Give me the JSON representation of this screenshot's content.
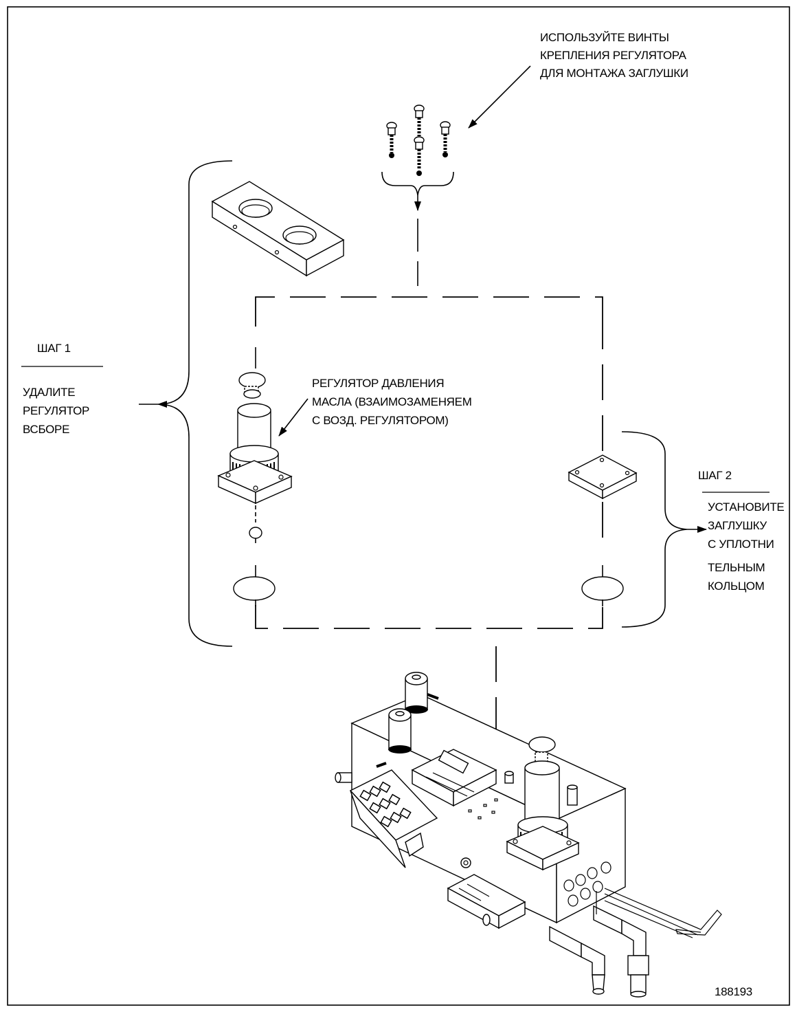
{
  "callouts": {
    "screws": [
      "ИСПОЛЬЗУЙТЕ ВИНТЫ",
      "КРЕПЛЕНИЯ РЕГУЛЯТОРА",
      "ДЛЯ МОНТАЖА ЗАГЛУШКИ"
    ],
    "regulator": [
      "РЕГУЛЯТОР ДАВЛЕНИЯ",
      "МАСЛА (ВЗАИМОЗАМЕНЯЕМ",
      "С ВОЗД. РЕГУЛЯТОРОМ)"
    ]
  },
  "step1": {
    "title": "ШАГ 1",
    "lines": [
      "УДАЛИТЕ",
      "РЕГУЛЯТОР",
      "ВСБОРЕ"
    ]
  },
  "step2": {
    "title": "ШАГ 2",
    "lines": [
      "УСТАНОВИТЕ",
      "ЗАГЛУШКУ",
      "С УПЛОТНИ",
      "ТЕЛЬНЫМ",
      "КОЛЬЦОМ"
    ]
  },
  "figure_number": "188193"
}
